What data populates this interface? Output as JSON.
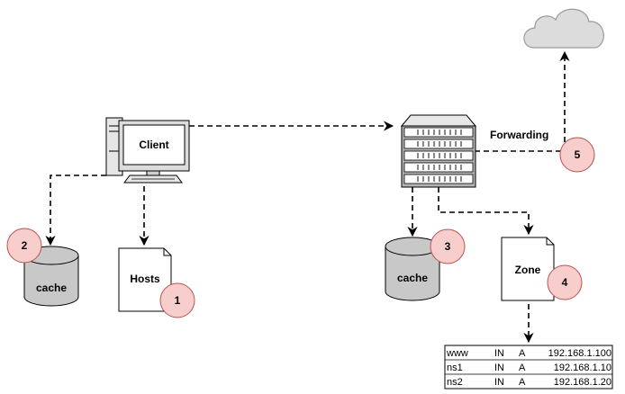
{
  "labels": {
    "client": "Client",
    "hosts": "Hosts",
    "cache_client": "cache",
    "cache_server": "cache",
    "zone": "Zone",
    "forwarding": "Forwarding"
  },
  "steps": [
    "1",
    "2",
    "3",
    "4",
    "5"
  ],
  "zone_records": [
    {
      "name": "www",
      "class": "IN",
      "type": "A",
      "value": "192.168.1.100"
    },
    {
      "name": "ns1",
      "class": "IN",
      "type": "A",
      "value": "192.168.1.10"
    },
    {
      "name": "ns2",
      "class": "IN",
      "type": "A",
      "value": "192.168.1.20"
    }
  ],
  "colors": {
    "step_fill": "#f8cecc",
    "step_stroke": "#b85450",
    "cache_fill": "#c8c8c8",
    "server_fill": "#b3b3b3",
    "cloud_fill": "#dcdcdc"
  },
  "icons": {
    "client": "desktop-computer-icon",
    "server": "server-rack-icon",
    "cloud": "cloud-icon",
    "cache": "database-cylinder-icon",
    "document": "document-icon"
  }
}
